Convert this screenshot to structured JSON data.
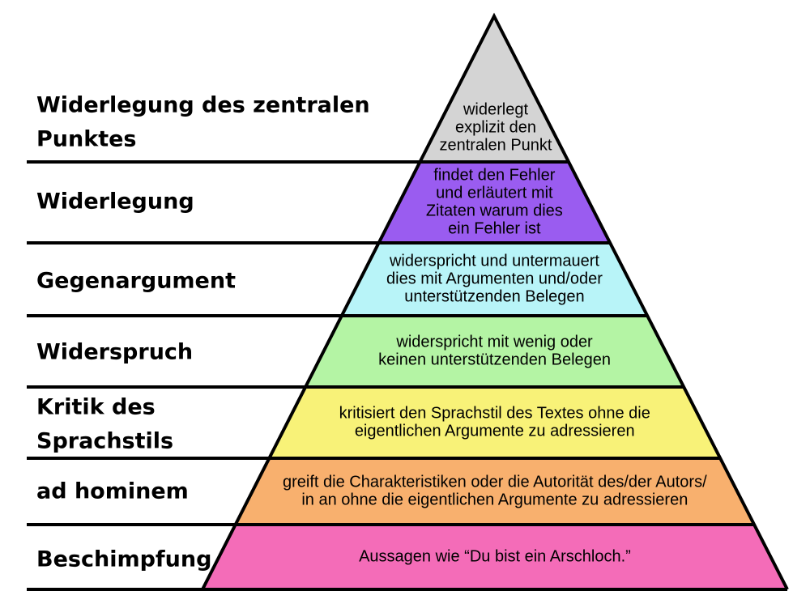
{
  "levels": [
    {
      "label": [
        "Widerlegung des zentralen",
        "Punktes"
      ],
      "description": [
        "widerlegt",
        "explizit den",
        "zentralen Punkt"
      ],
      "color": "#d4d4d4"
    },
    {
      "label": [
        "Widerlegung"
      ],
      "description": [
        "findet den Fehler",
        "und erläutert mit",
        "Zitaten warum dies",
        "ein Fehler ist"
      ],
      "color": "#9a5cf0"
    },
    {
      "label": [
        "Gegenargument"
      ],
      "description": [
        "widerspricht und untermauert",
        "dies mit Argumenten und/oder",
        "unterstützenden Belegen"
      ],
      "color": "#b8f4f8"
    },
    {
      "label": [
        "Widerspruch"
      ],
      "description": [
        "widerspricht mit wenig oder",
        "keinen unterstützenden Belegen"
      ],
      "color": "#b4f4a4"
    },
    {
      "label": [
        "Kritik des",
        "Sprachstils"
      ],
      "description": [
        "kritisiert den Sprachstil des Textes ohne die",
        "eigentlichen Argumente zu adressieren"
      ],
      "color": "#f8f278"
    },
    {
      "label": [
        "ad hominem"
      ],
      "description": [
        "greift die Charakteristiken oder die Autorität des/der Autors/",
        "in an ohne die eigentlichen Argumente zu adressieren"
      ],
      "color": "#f8b06e"
    },
    {
      "label": [
        "Beschimpfung"
      ],
      "description": [
        "Aussagen wie “Du bist ein Arschloch.”"
      ],
      "color": "#f46cb8"
    }
  ],
  "colors": {
    "outline": "#000000",
    "background": "#ffffff"
  }
}
